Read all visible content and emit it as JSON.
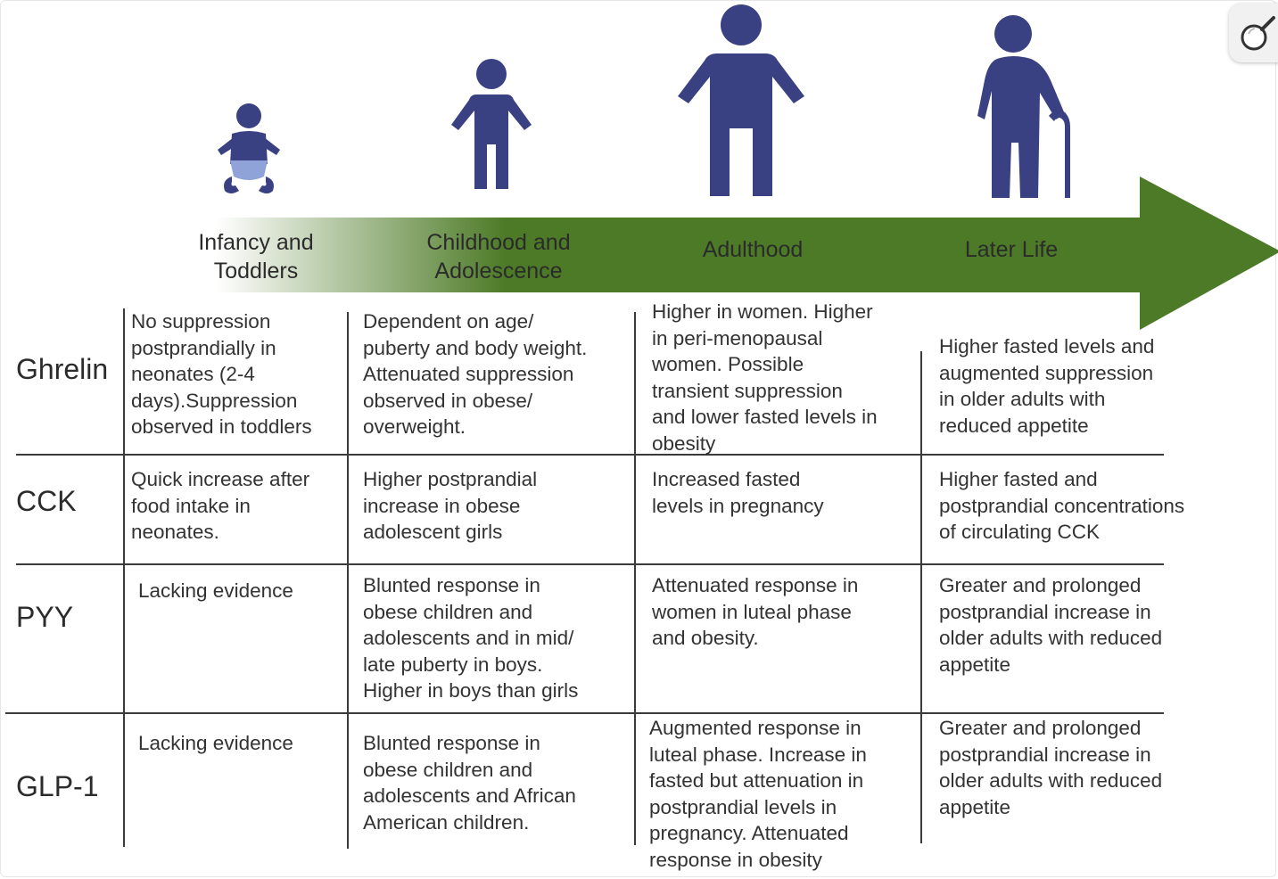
{
  "colors": {
    "figure": "#3a4182",
    "diaper": "#8fa3d8",
    "arrow": "#4c7a26",
    "arrow_fade": "#ffffff"
  },
  "icons": {
    "infant": "infant-icon",
    "child": "child-icon",
    "adult": "adult-icon",
    "elderly": "elderly-with-cane-icon",
    "zoom": "magnifier-icon"
  },
  "stages": [
    {
      "label": "Infancy and\nToddlers"
    },
    {
      "label": "Childhood and\nAdolescence"
    },
    {
      "label": "Adulthood"
    },
    {
      "label": "Later Life"
    }
  ],
  "rows": [
    {
      "hormone": "Ghrelin",
      "cells": [
        "No suppression\npostprandially in\nneonates (2-4\ndays).Suppression\nobserved in toddlers",
        "Dependent on age/\npuberty and body weight.\nAttenuated suppression\nobserved in obese/\noverweight.",
        "Higher in women. Higher\nin peri-menopausal\nwomen. Possible\ntransient suppression\nand lower fasted levels in\nobesity",
        "Higher fasted levels and\naugmented suppression\nin older adults with\nreduced appetite"
      ]
    },
    {
      "hormone": "CCK",
      "cells": [
        "Quick increase after\nfood intake in\nneonates.",
        "Higher postprandial\nincrease in obese\nadolescent girls",
        "Increased fasted\nlevels in pregnancy",
        " Higher fasted and\npostprandial concentrations\nof circulating CCK"
      ]
    },
    {
      "hormone": "PYY",
      "cells": [
        "Lacking evidence",
        "Blunted response in\nobese children and\nadolescents and in mid/\nlate puberty in boys.\nHigher in boys than girls",
        "Attenuated response in\nwomen in luteal phase\nand obesity.",
        "Greater and prolonged\npostprandial increase in\nolder adults with reduced\nappetite"
      ]
    },
    {
      "hormone": "GLP-1",
      "cells": [
        "Lacking evidence",
        "Blunted response in\nobese children and\nadolescents and African\nAmerican children.",
        "Augmented response in\nluteal phase. Increase in\nfasted but attenuation in\npostprandial levels in\npregnancy. Attenuated\nresponse in obesity",
        "Greater and prolonged\npostprandial increase  in\nolder adults with reduced\nappetite"
      ]
    }
  ]
}
